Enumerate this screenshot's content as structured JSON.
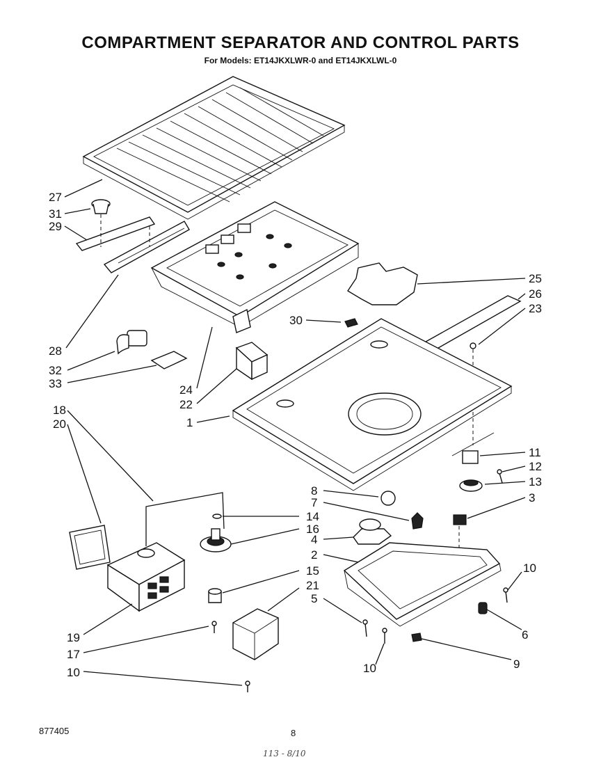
{
  "header": {
    "title": "COMPARTMENT SEPARATOR AND CONTROL PARTS",
    "subtitle": "For Models: ET14JKXLWR-0 and ET14JKXLWL-0"
  },
  "callouts": {
    "c27": "27",
    "c31": "31",
    "c29": "29",
    "c28": "28",
    "c32": "32",
    "c33": "33",
    "c24": "24",
    "c22": "22",
    "c25": "25",
    "c26": "26",
    "c23": "23",
    "c30": "30",
    "c1": "1",
    "c18": "18",
    "c20": "20",
    "c11": "11",
    "c12": "12",
    "c13": "13",
    "c3": "3",
    "c8": "8",
    "c7": "7",
    "c14": "14",
    "c16": "16",
    "c4": "4",
    "c2": "2",
    "c15": "15",
    "c21": "21",
    "c5": "5",
    "c10a": "10",
    "c6": "6",
    "c9": "9",
    "c10b": "10",
    "c19": "19",
    "c17": "17",
    "c10c": "10"
  },
  "footer": {
    "doc_number": "877405",
    "page_number": "8",
    "handwritten": "113 - 8/10"
  }
}
